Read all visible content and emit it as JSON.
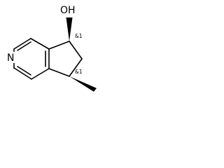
{
  "atoms": {
    "hydroxyl": "OH",
    "nitrogen": "N"
  },
  "stereo": {
    "c5": "&1",
    "c7": "&1"
  }
}
